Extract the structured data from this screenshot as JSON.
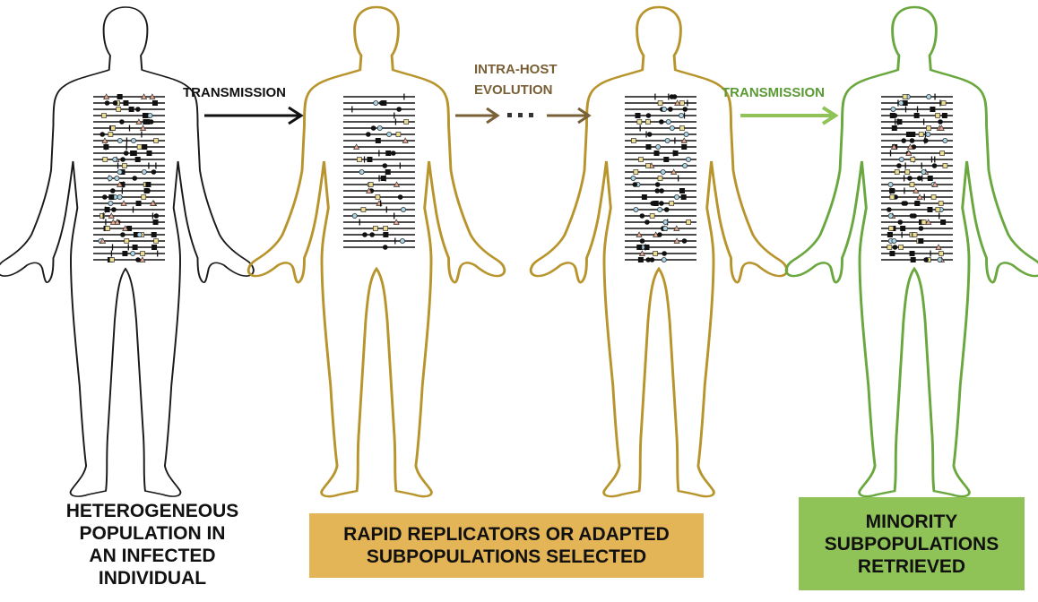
{
  "colors": {
    "figure1": "#1a1a1a",
    "figure2": "#b8952c",
    "figure3": "#b8952c",
    "figure4": "#6aa83f",
    "arrow1": "#111111",
    "arrow2": "#7a6036",
    "arrow3": "#6aa83f",
    "label2": "#7a6036",
    "label3": "#5a9a34",
    "box2": "#e3b557",
    "box3": "#8fc257",
    "marker_circle": "#a8d4e6",
    "marker_triangle": "#e6a48a",
    "marker_square_light": "#eedd90",
    "marker_square_dark": "#111111"
  },
  "arrows": {
    "transmission_1": "TRANSMISSION",
    "evolution_line1": "INTRA-HOST",
    "evolution_line2": "EVOLUTION",
    "dots": "···",
    "transmission_2": "TRANSMISSION"
  },
  "captions": {
    "heterogeneous": [
      "HETEROGENEOUS",
      "POPULATION IN",
      "AN INFECTED",
      "INDIVIDUAL"
    ],
    "selected": [
      "RAPID REPLICATORS OR ADAPTED",
      "SUBPOPULATIONS SELECTED"
    ],
    "retrieved": [
      "MINORITY",
      "SUBPOPULATIONS",
      "RETRIEVED"
    ]
  },
  "figures": [
    {
      "name": "host-1-heterogeneous",
      "color_key": "figure1",
      "lines": 27,
      "density": 0.85,
      "seed": 11
    },
    {
      "name": "host-2-selected",
      "color_key": "figure2",
      "lines": 25,
      "density": 0.3,
      "seed": 23
    },
    {
      "name": "host-3-evolved",
      "color_key": "figure3",
      "lines": 27,
      "density": 0.6,
      "seed": 37
    },
    {
      "name": "host-4-retrieved",
      "color_key": "figure4",
      "lines": 27,
      "density": 0.85,
      "seed": 51
    }
  ]
}
